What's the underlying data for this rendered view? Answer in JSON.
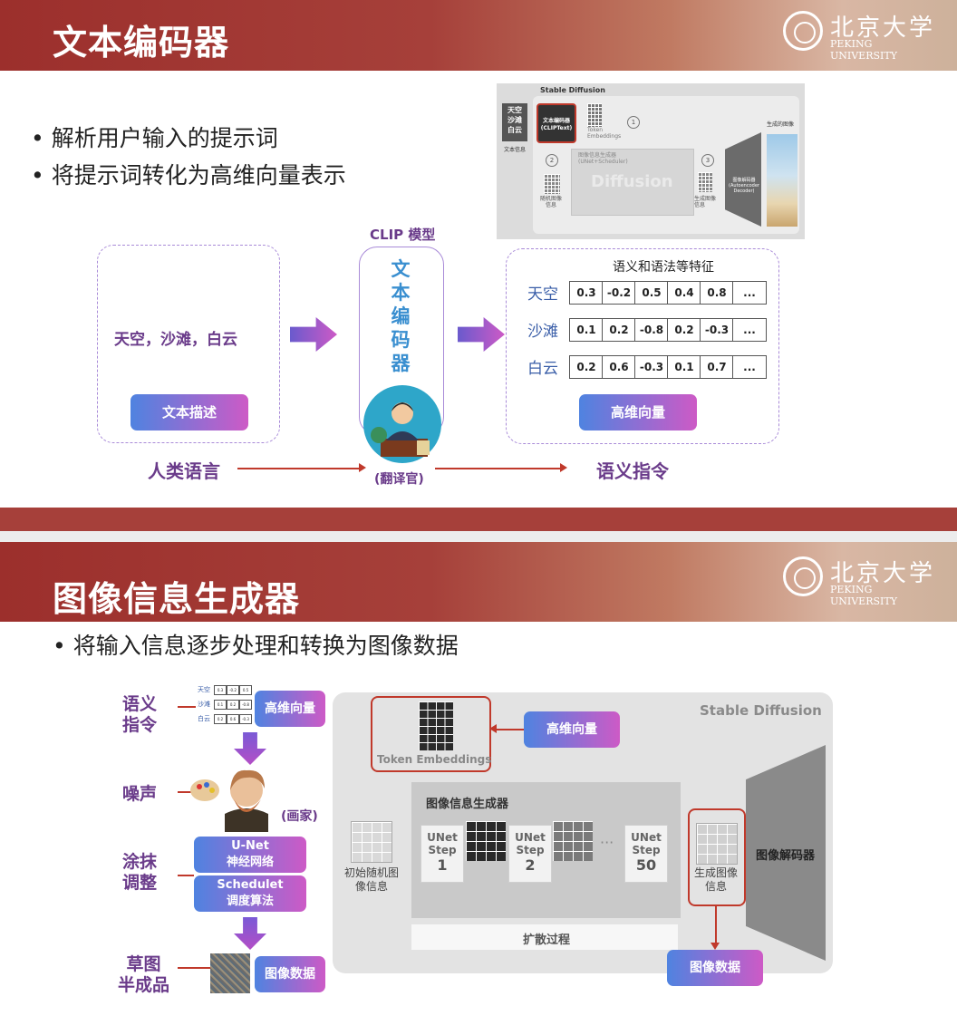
{
  "slide1": {
    "title": "文本编码器",
    "logo": {
      "cn": "北京大学",
      "en": "PEKING UNIVERSITY"
    },
    "bullets": [
      "解析用户输入的提示词",
      "将提示词转化为高维向量表示"
    ],
    "sd_thumb": {
      "title": "Stable Diffusion",
      "input": "天空\n沙滩\n白云",
      "input_caption": "文本信息",
      "encoder": "文本编码器\n(CLIPText)",
      "token": "Token\nEmbeddings",
      "gen": "图像信息生成器\n(UNet+Scheduler)",
      "diffusion": "Diffusion",
      "noise": "随机图像\n信息",
      "gen_info": "生成图像\n信息",
      "decoder": "图像解码器\n(Autoencoder\nDecoder)",
      "output": "生成的图像",
      "steps": [
        "1",
        "2",
        "3"
      ]
    },
    "left_box": {
      "text": "天空，沙滩，白云",
      "button": "文本描述"
    },
    "clip": {
      "label": "CLIP 模型",
      "chars": [
        "文",
        "本",
        "编",
        "码",
        "器"
      ],
      "translator": "(翻译官)"
    },
    "right_box": {
      "heading": "语义和语法等特征",
      "rows": [
        {
          "word": "天空",
          "values": [
            "0.3",
            "-0.2",
            "0.5",
            "0.4",
            "0.8",
            "..."
          ]
        },
        {
          "word": "沙滩",
          "values": [
            "0.1",
            "0.2",
            "-0.8",
            "0.2",
            "-0.3",
            "..."
          ]
        },
        {
          "word": "白云",
          "values": [
            "0.2",
            "0.6",
            "-0.3",
            "0.1",
            "0.7",
            "..."
          ]
        }
      ],
      "button": "高维向量"
    },
    "human_lang": "人类语言",
    "semantic_cmd": "语义指令"
  },
  "slide2": {
    "title": "图像信息生成器",
    "logo": {
      "cn": "北京大学",
      "en": "PEKING UNIVERSITY"
    },
    "bullets": [
      "将输入信息逐步处理和转换为图像数据"
    ],
    "left": {
      "semantic": "语义\n指令",
      "noise": "噪声",
      "smear": "涂抹\n调整",
      "sketch": "草图\n半成品",
      "painter": "(画家)",
      "vec_btn": "高维向量",
      "unet_btn": "U-Net\n神经网络",
      "sched_btn": "Schedulet\n调度算法",
      "img_btn": "图像数据",
      "mini_rows": [
        {
          "word": "天空",
          "values": [
            "0.3",
            "-0.2",
            "0.5"
          ]
        },
        {
          "word": "沙滩",
          "values": [
            "0.1",
            "0.2",
            "-0.8"
          ]
        },
        {
          "word": "白云",
          "values": [
            "0.2",
            "0.6",
            "-0.3"
          ]
        }
      ]
    },
    "sd": {
      "title": "Stable Diffusion",
      "token": "Token Embeddings",
      "vec_btn": "高维向量",
      "gen_title": "图像信息生成器",
      "init": "初始随机图\n像信息",
      "steps": [
        {
          "label": "UNet\nStep",
          "n": "1"
        },
        {
          "label": "UNet\nStep",
          "n": "2"
        },
        {
          "label": "UNet\nStep",
          "n": "50"
        }
      ],
      "dots": "···",
      "gen_info": "生成图像\n信息",
      "process": "扩散过程",
      "decoder": "图像解码器",
      "img_btn": "图像数据"
    }
  }
}
